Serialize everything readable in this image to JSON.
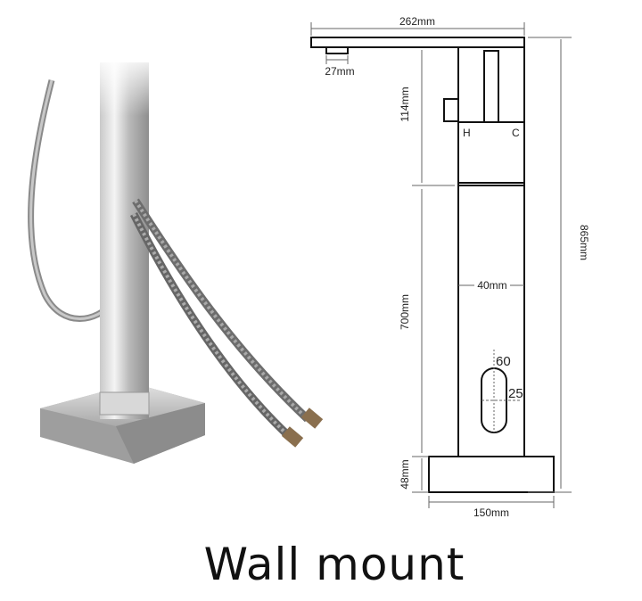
{
  "title": "Wall mount",
  "dimensions": {
    "spout_length": "262mm",
    "nozzle_width": "27mm",
    "handle_height": "114mm",
    "column_height": "700mm",
    "base_height": "48mm",
    "total_height": "865mm",
    "column_width": "40mm",
    "base_width": "150mm",
    "slot_height": "60",
    "slot_width": "25"
  },
  "labels": {
    "hot": "H",
    "cold": "C"
  }
}
